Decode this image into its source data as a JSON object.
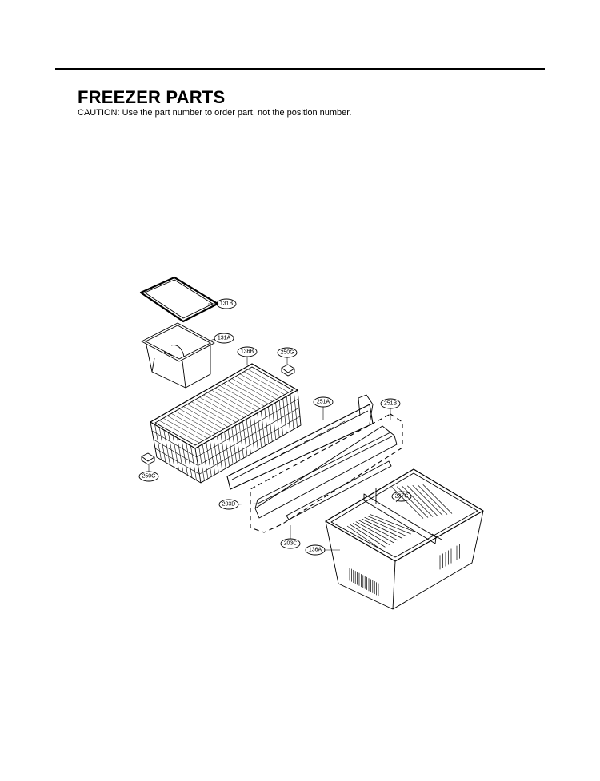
{
  "header": {
    "title": "FREEZER PARTS",
    "caution": "CAUTION: Use the part number to order part, not the position number."
  },
  "callouts": [
    {
      "id": "131B",
      "label": "131B"
    },
    {
      "id": "131A",
      "label": "131A"
    },
    {
      "id": "136B",
      "label": "136B"
    },
    {
      "id": "250G-top",
      "label": "250G"
    },
    {
      "id": "251A",
      "label": "251A"
    },
    {
      "id": "251B",
      "label": "251B"
    },
    {
      "id": "250G-left",
      "label": "250G"
    },
    {
      "id": "203D",
      "label": "203D"
    },
    {
      "id": "237C",
      "label": "237C"
    },
    {
      "id": "203C",
      "label": "203C"
    },
    {
      "id": "136A",
      "label": "136A"
    }
  ]
}
